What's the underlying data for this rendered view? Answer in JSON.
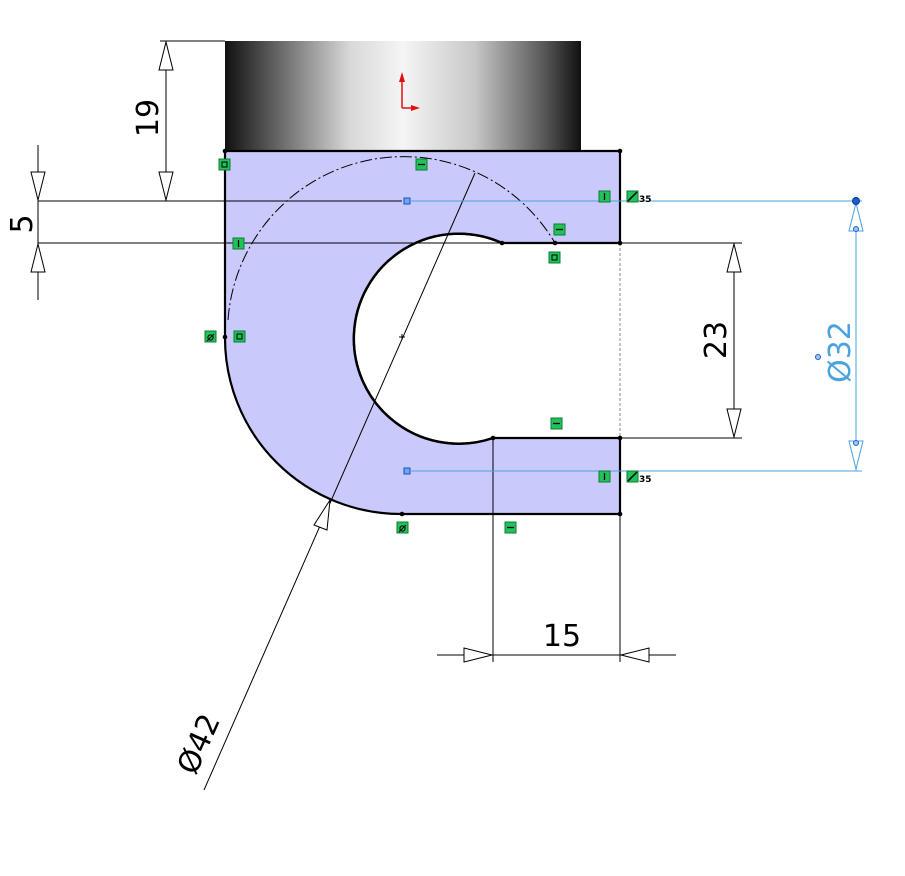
{
  "dimensions": {
    "height_top": "19",
    "thickness": "5",
    "slot_gap": "23",
    "tab_length": "15",
    "outer_diameter": "Ø42",
    "inner_diameter": "Ø32"
  },
  "relation_tags": {
    "upper": "35",
    "lower": "35"
  },
  "colors": {
    "sketch_fill": "#c9c9fb",
    "relation_green": "#22c25a",
    "driven_dim_blue": "#4aa3df",
    "origin_red": "#e01010"
  },
  "icons": [
    "origin-axis-icon",
    "horizontal-relation-icon",
    "vertical-relation-icon",
    "coincident-relation-icon",
    "tangent-relation-icon",
    "equal-relation-icon"
  ]
}
